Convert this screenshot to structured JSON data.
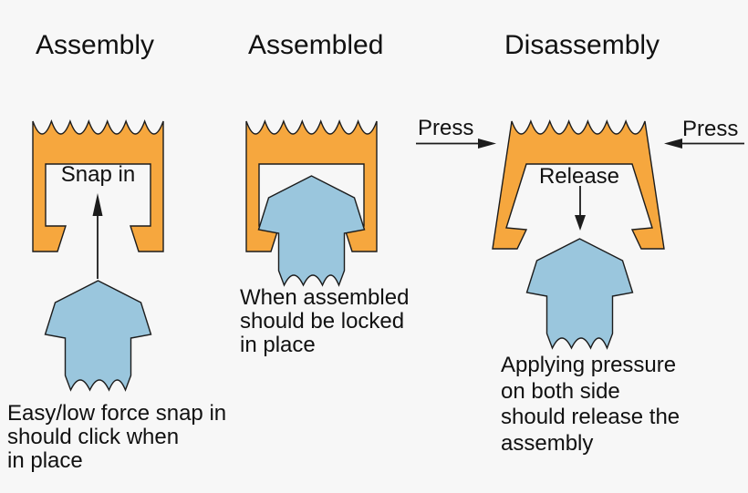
{
  "colors": {
    "background": "#f7f7f7",
    "orange": "#f6a73e",
    "blue": "#9ac6dd",
    "outline": "#1c1c1c",
    "text": "#111111"
  },
  "panels": [
    {
      "title": "Assembly",
      "inner_label": "Snap in",
      "caption": "Easy/low force snap in\nshould click when\nin place"
    },
    {
      "title": "Assembled",
      "caption": "When assembled\nshould be locked\nin place"
    },
    {
      "title": "Disassembly",
      "inner_label": "Release",
      "caption": "Applying pressure\non both side\nshould release the\nassembly"
    }
  ],
  "annotations": {
    "press_left": "Press",
    "press_right": "Press"
  },
  "icons": {
    "snap_in_arrow": "arrow-up",
    "press_left_arrow": "arrow-right",
    "press_right_arrow": "arrow-left",
    "release_arrow": "arrow-down"
  }
}
